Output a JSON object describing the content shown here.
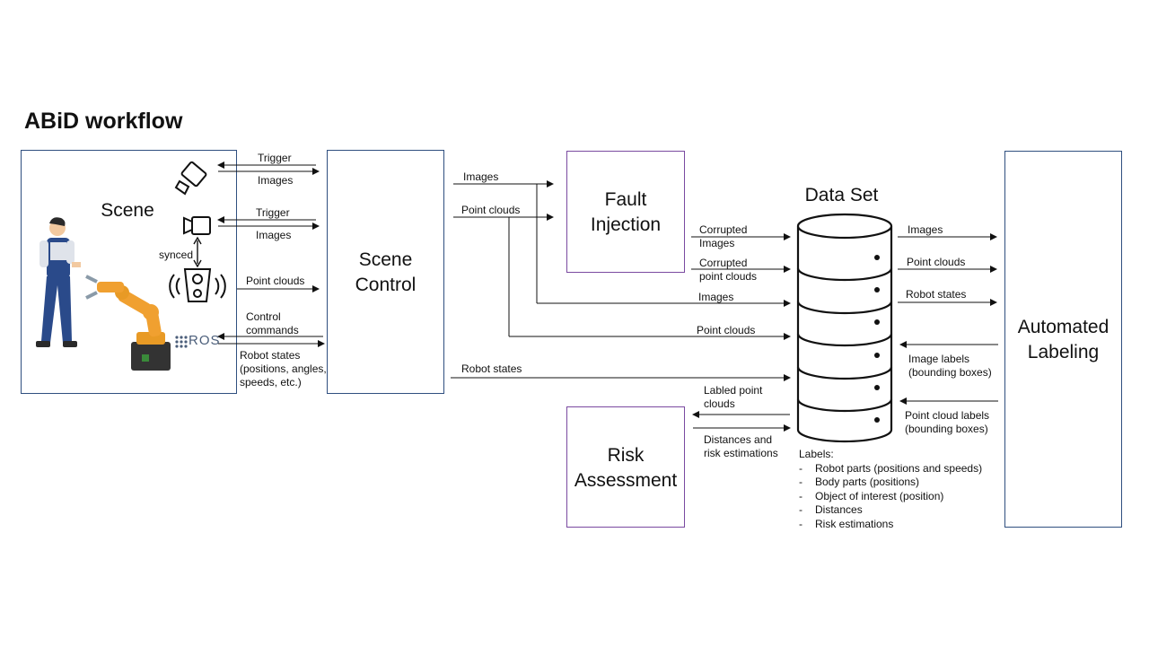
{
  "title": "ABiD workflow",
  "boxes": {
    "scene": "Scene",
    "scene_control": [
      "Scene",
      "Control"
    ],
    "fault_injection": [
      "Fault",
      "Injection"
    ],
    "data_set": "Data Set",
    "risk_assessment": [
      "Risk",
      "Assessment"
    ],
    "automated_labeling": [
      "Automated",
      "Labeling"
    ]
  },
  "scene_inner": {
    "synced": "synced",
    "ros": "ROS"
  },
  "edges": {
    "trigger1": "Trigger",
    "images1": "Images",
    "trigger2": "Trigger",
    "images2": "Images",
    "point_clouds_scene": "Point clouds",
    "control_commands": [
      "Control",
      "commands"
    ],
    "robot_states_scene": [
      "Robot states",
      "(positions, angles,",
      "speeds, etc.)"
    ],
    "images_sc": "Images",
    "point_clouds_sc": "Point clouds",
    "robot_states_sc": "Robot states",
    "corrupted_images": [
      "Corrupted",
      "Images"
    ],
    "corrupted_point_clouds": [
      "Corrupted",
      "point clouds"
    ],
    "images_ds": "Images",
    "point_clouds_ds": "Point clouds",
    "labled_point_clouds": [
      "Labled point",
      "clouds"
    ],
    "distances_risk": [
      "Distances and",
      "risk estimations"
    ],
    "images_al": "Images",
    "point_clouds_al": "Point clouds",
    "robot_states_al": "Robot states",
    "image_labels": [
      "Image labels",
      "(bounding boxes)"
    ],
    "point_cloud_labels": [
      "Point cloud labels",
      "(bounding boxes)"
    ]
  },
  "labels_heading": "Labels:",
  "labels_items": [
    "Robot parts (positions and speeds)",
    "Body parts (positions)",
    "Object of interest (position)",
    "Distances",
    "Risk estimations"
  ],
  "colors": {
    "blue_border": "#2f4f7f",
    "purple_border": "#7a4aa0",
    "robot_orange": "#f0a030",
    "worker_blue": "#2a4a8a"
  }
}
